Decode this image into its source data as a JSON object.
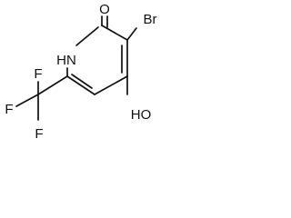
{
  "atoms": {
    "o_top": "O",
    "br": "Br",
    "nh": "HN",
    "oh": "HO",
    "f_top": "F",
    "f_left": "F",
    "f_bottom": "F"
  }
}
